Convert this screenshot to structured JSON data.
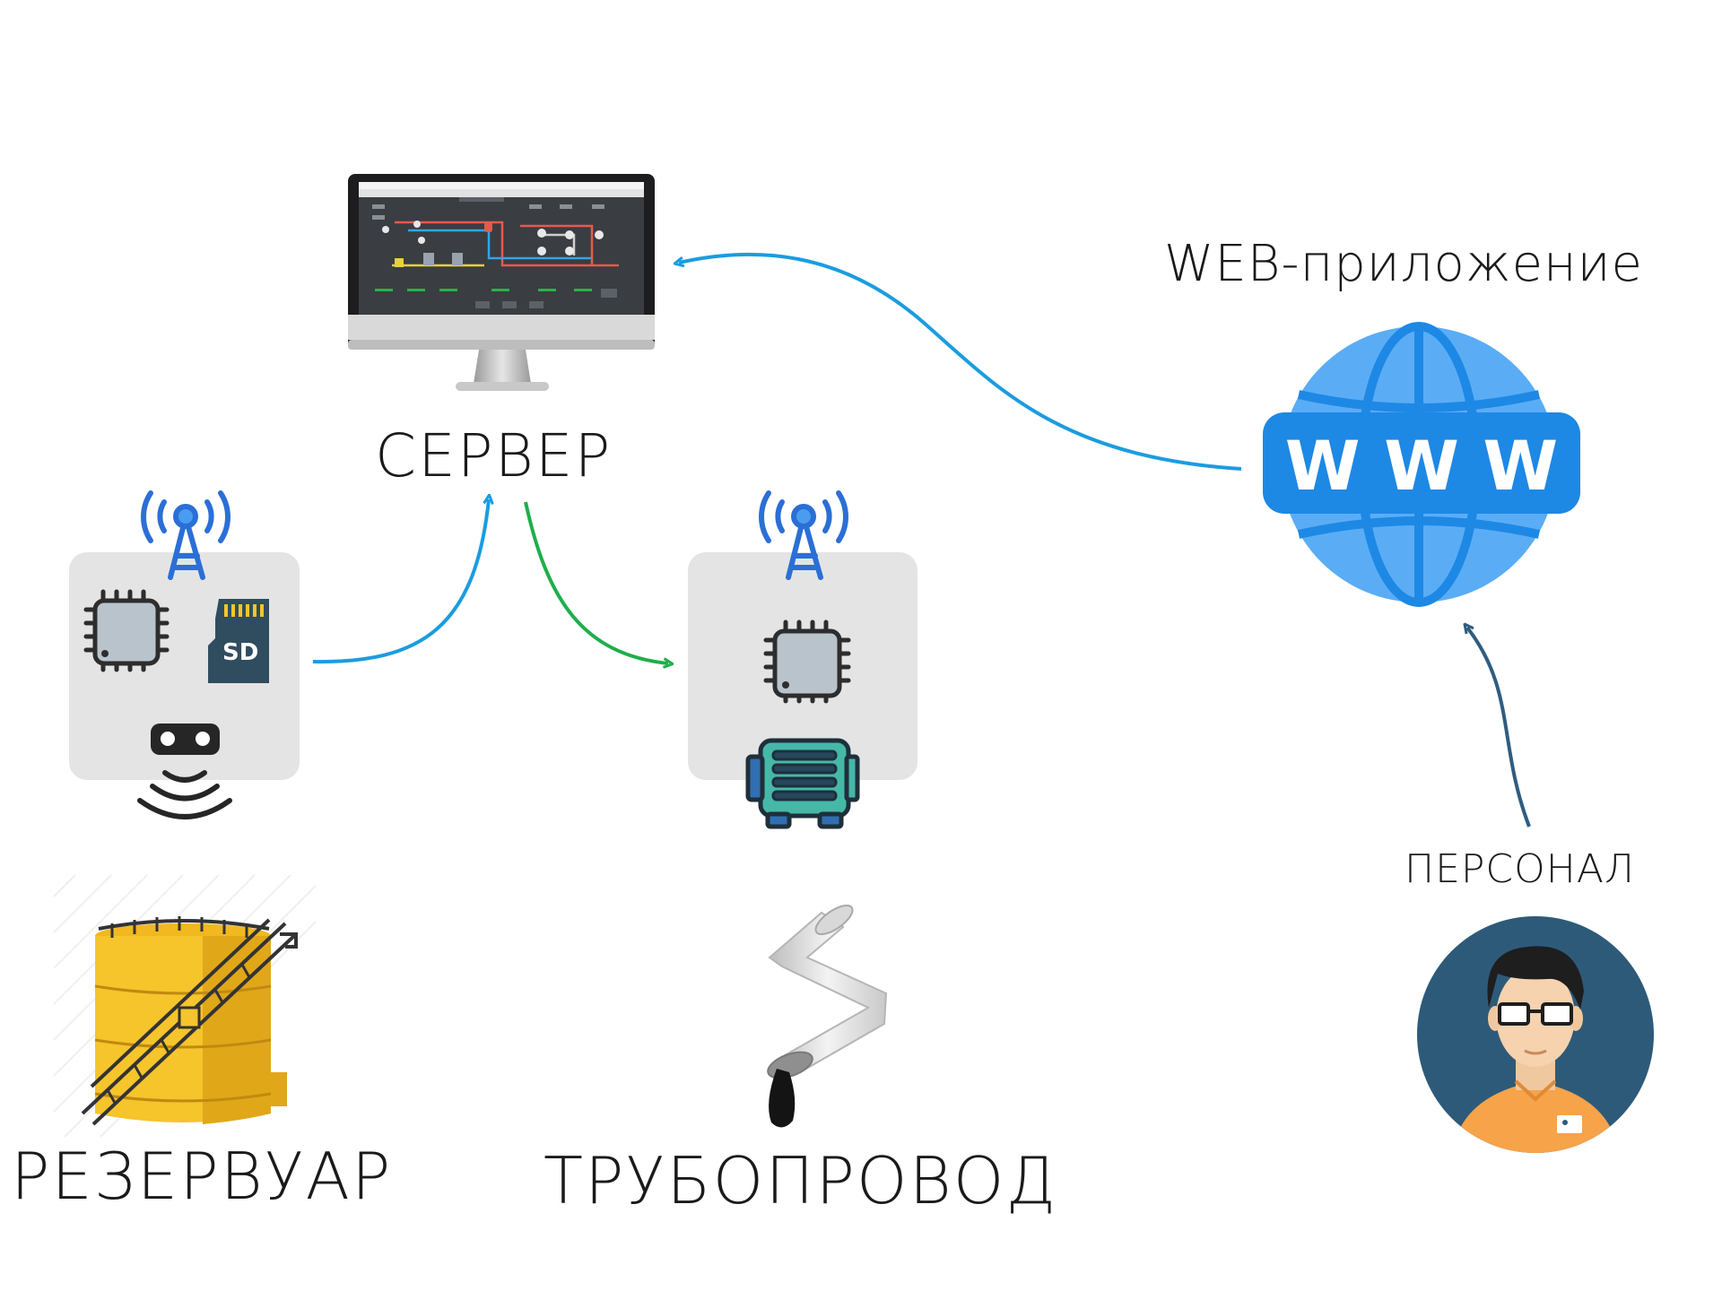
{
  "labels": {
    "server": "СЕРВЕР",
    "web_app": "WEB-приложение",
    "staff": "ПЕРСОНАЛ",
    "tank": "РЕЗЕРВУАР",
    "pipeline": "ТРУБОПРОВОД"
  },
  "icons": {
    "sd_card_text": "SD",
    "globe_text": "W W W"
  },
  "colors": {
    "link_blue": "#1b9ce0",
    "link_green": "#1fae4b",
    "link_navy": "#2f5d80",
    "globe_blue": "#4da6f5",
    "globe_dark": "#1e88e5",
    "panel_bg": "#e4e4e4",
    "tower_blue": "#2b6fd6",
    "tank_yellow": "#f6c42b",
    "avatar_bg": "#2e5a7a"
  }
}
